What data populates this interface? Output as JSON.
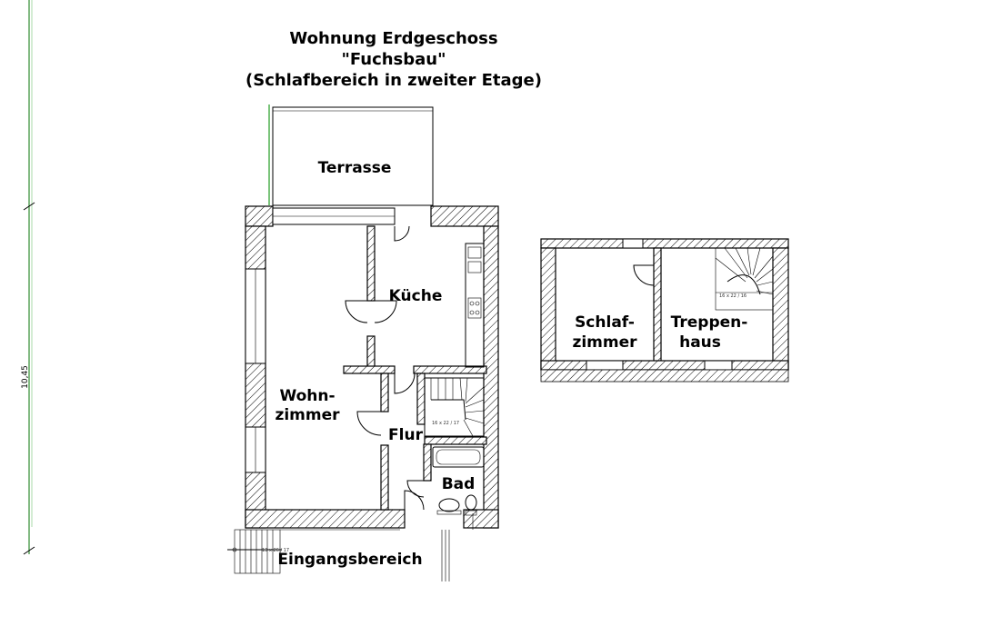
{
  "title": {
    "line1": "Wohnung Erdgeschoss",
    "line2": "\"Fuchsbau\"",
    "line3": "(Schlafbereich in zweiter Etage)"
  },
  "dimension": {
    "height_label": "10,45"
  },
  "ground_floor": {
    "terrace": "Terrasse",
    "kitchen": "Küche",
    "living_line1": "Wohn-",
    "living_line2": "zimmer",
    "hallway": "Flur",
    "bathroom": "Bad",
    "entrance": "Eingangsbereich",
    "stair_note": "16 x 22 / 17",
    "entrance_stair_note": "13 x 26 / 17"
  },
  "upper_floor": {
    "bedroom_line1": "Schlaf-",
    "bedroom_line2": "zimmer",
    "stairwell_line1": "Treppen-",
    "stairwell_line2": "haus",
    "stair_note": "16 x 22 / 16"
  },
  "colors": {
    "wall_hatch": "#000000",
    "dimension_line": "#2e8b2e",
    "terrace_edge": "#7ac47a"
  }
}
